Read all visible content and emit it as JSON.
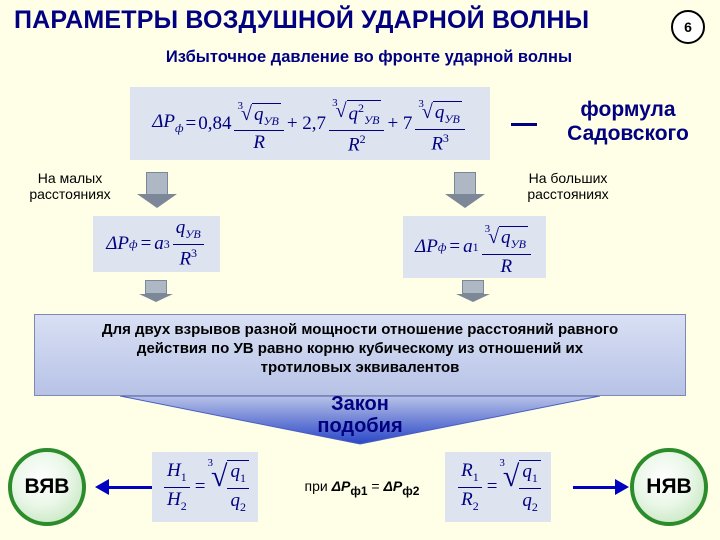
{
  "header": {
    "title": "ПАРАМЕТРЫ ВОЗДУШНОЙ УДАРНОЙ ВОЛНЫ",
    "slide_number": "6",
    "subtitle": "Избыточное давление во фронте ударной волны"
  },
  "sadovsky": {
    "lhs": "ΔP",
    "lhs_sub": "ф",
    "equals": "=",
    "c1": "0,84",
    "c2": "+ 2,7",
    "c3": "+ 7",
    "radicand": "q",
    "radicand_sub": "УВ",
    "pow2": "2",
    "root_index": "3",
    "den1": "R",
    "den2": "R",
    "den2_pow": "2",
    "den3": "R",
    "den3_pow": "3",
    "label_line1": "формула",
    "label_line2": "Садовского"
  },
  "small_distance": {
    "label_line1": "На малых",
    "label_line2": "расстояниях",
    "coef": "a",
    "coef_sub": "3",
    "num": "q",
    "num_sub": "УВ",
    "den": "R",
    "den_pow": "3"
  },
  "large_distance": {
    "label_line1": "На больших",
    "label_line2": "расстояниях",
    "coef": "a",
    "coef_sub": "1",
    "num": "q",
    "num_sub": "УВ",
    "root_index": "3",
    "den": "R"
  },
  "law": {
    "text_line1": "Для двух взрывов разной мощности отношение расстояний равного",
    "text_line2": "действия по УВ равно корню кубическому из отношений их",
    "text_line3": "тротиловых эквивалентов",
    "title_line1": "Закон",
    "title_line2": "подобия"
  },
  "bottom": {
    "left_circle": "ВЯВ",
    "right_circle": "НЯВ",
    "condition_prefix": "при ",
    "condition_lhs": "ΔP",
    "condition_lhs_sub": "ф1",
    "condition_eq": " = ",
    "condition_rhs": "ΔP",
    "condition_rhs_sub": "ф2",
    "h1": "H",
    "h1_sub": "1",
    "h2": "H",
    "h2_sub": "2",
    "r1": "R",
    "r1_sub": "1",
    "r2": "R",
    "r2_sub": "2",
    "q1": "q",
    "q1_sub": "1",
    "q2": "q",
    "q2_sub": "2",
    "eq": "=",
    "root_index": "3"
  },
  "colors": {
    "background": "#ffffe8",
    "accent": "#000080",
    "formula_box": "#dde4f0",
    "circle_border": "#2c8c2c",
    "arrow": "#0000c0"
  }
}
